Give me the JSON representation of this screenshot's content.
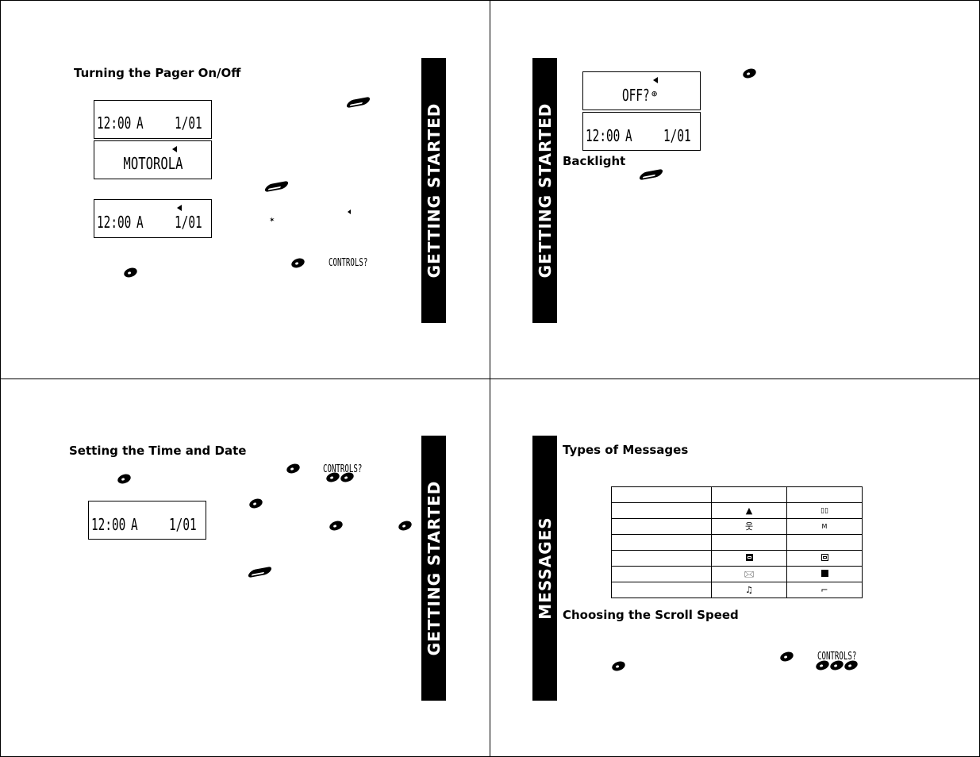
{
  "panels": {
    "p1": {
      "heading": "Turning the Pager On/Off",
      "sidetab": "GETTING STARTED",
      "lcd1": {
        "time": "12:00",
        "mode": "A",
        "date": "1/01"
      },
      "lcd2": {
        "text": "MOTOROLA"
      },
      "lcd3": {
        "time": "12:00",
        "mode": "A",
        "date": "1/01"
      },
      "controls": "CONTROLS?"
    },
    "p2": {
      "sidetab": "GETTING STARTED",
      "lcd1": {
        "text": "OFF?"
      },
      "lcd2": {
        "time": "12:00",
        "mode": "A",
        "date": "1/01"
      },
      "heading": "Backlight"
    },
    "p3": {
      "heading": "Setting the Time and Date",
      "sidetab": "GETTING STARTED",
      "controls": "CONTROLS?",
      "lcd1": {
        "time": "12:00",
        "mode": "A",
        "date": "1/01"
      }
    },
    "p4": {
      "sidetab": "MESSAGES",
      "heading1": "Types of Messages",
      "heading2": "Choosing the Scroll Speed",
      "controls": "CONTROLS?",
      "icons": [
        "up-triangle-icon",
        "pause-icon",
        "person-icon",
        "m-icon",
        "box-icon",
        "box-icon",
        "envelope-icon",
        "filled-envelope-icon",
        "note-icon",
        "corner-icon"
      ]
    }
  }
}
